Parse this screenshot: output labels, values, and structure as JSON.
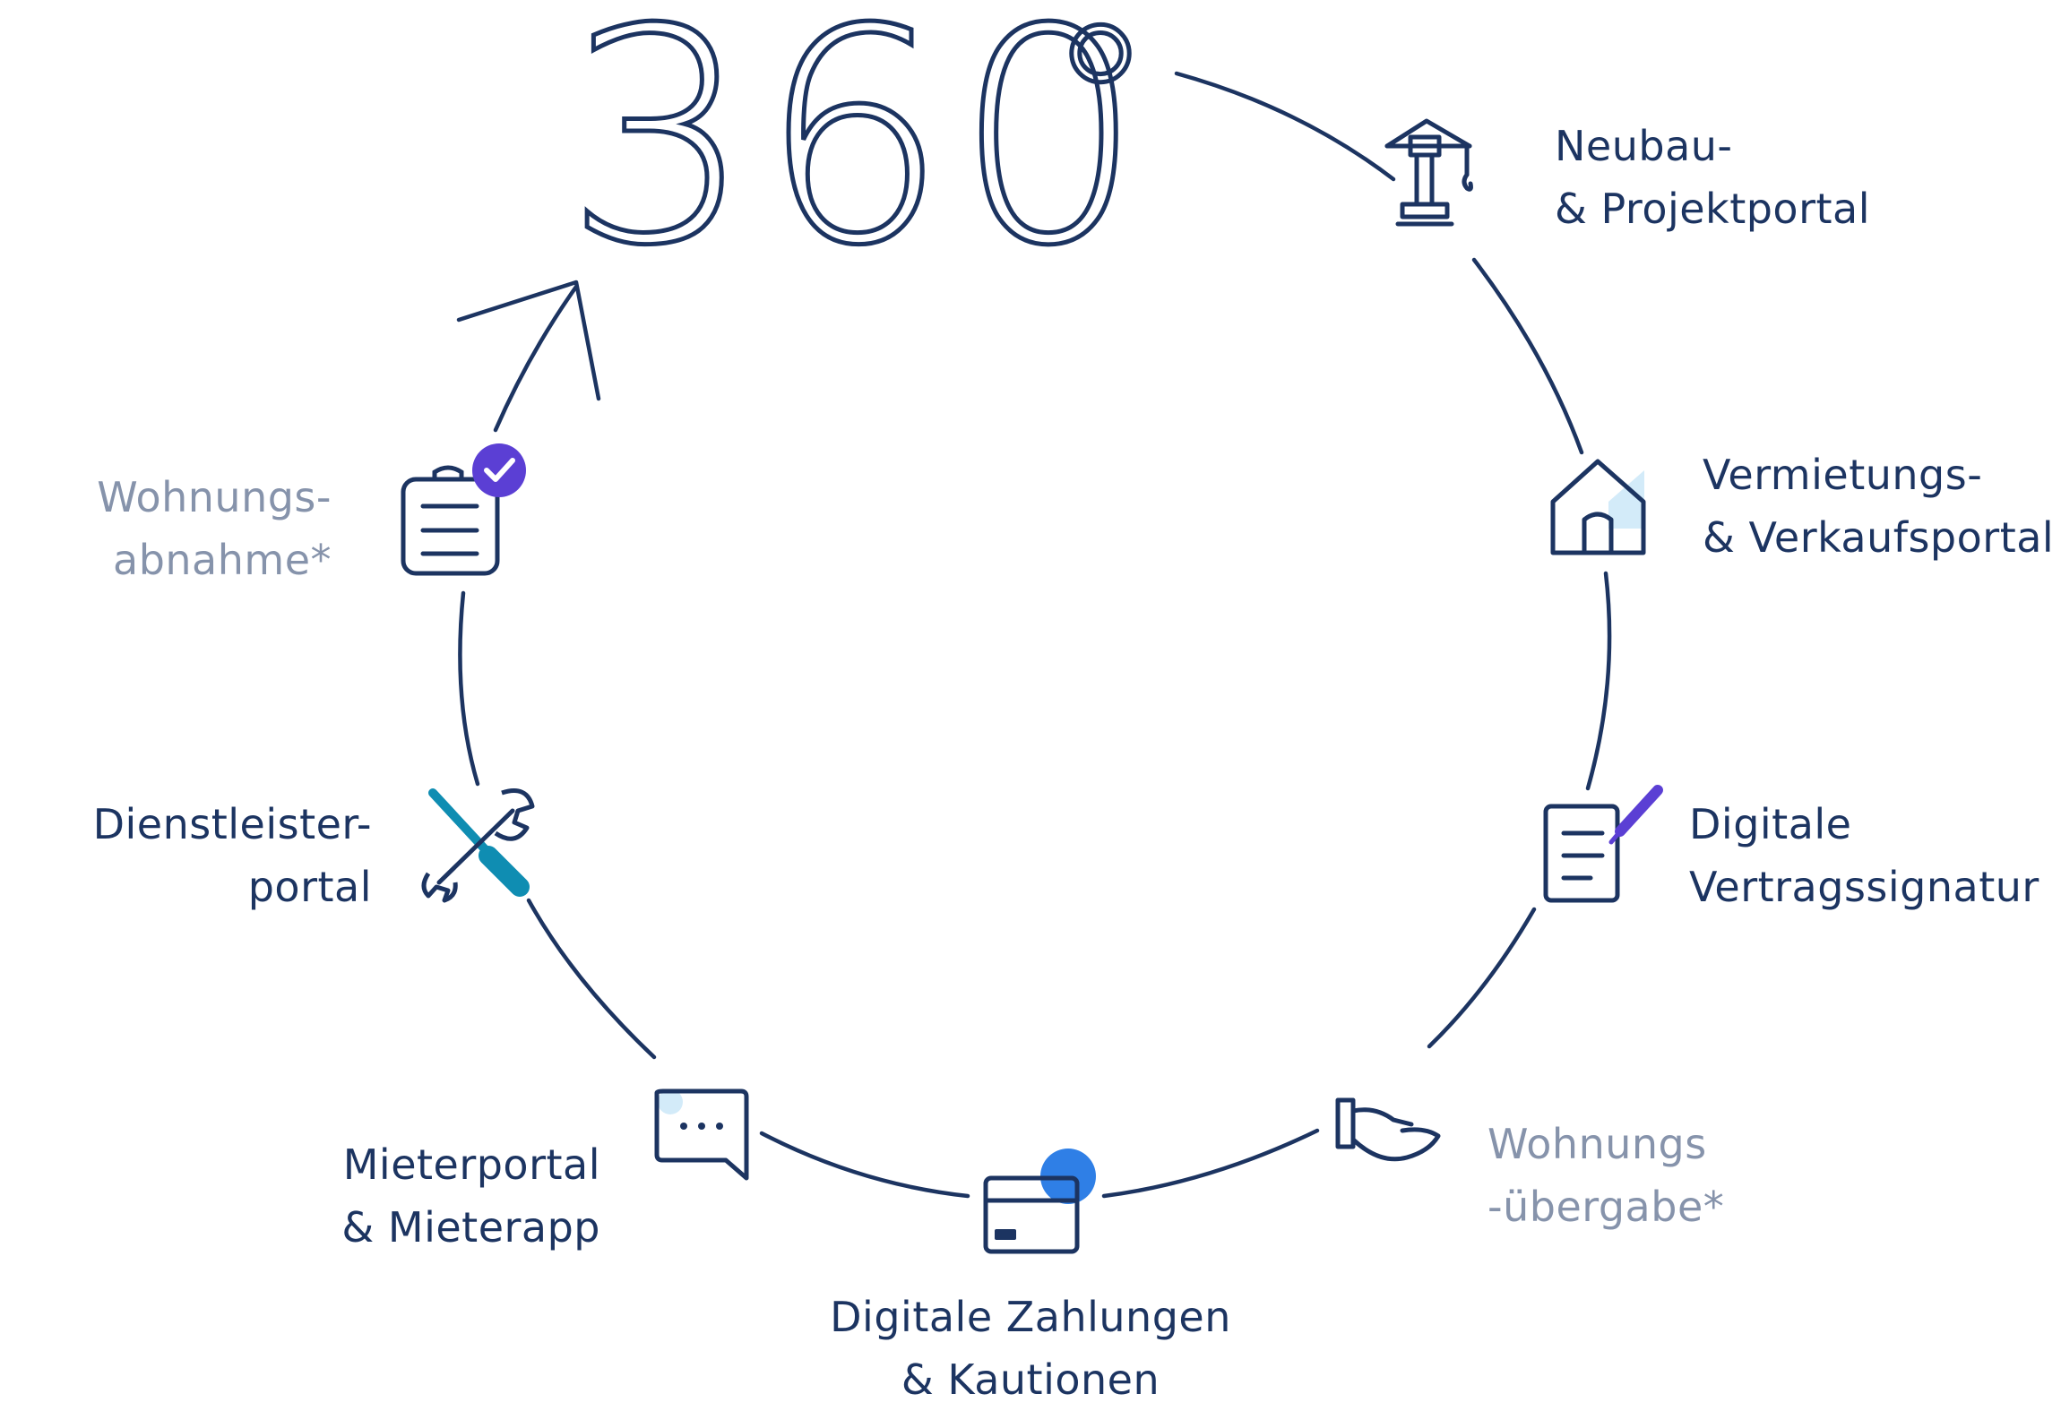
{
  "title": {
    "number": "360",
    "degree_symbol": "°"
  },
  "colors": {
    "navy": "#1c3461",
    "muted": "#8693ab",
    "teal": "#0f8db2",
    "purple": "#5b3fd4",
    "blue": "#2f7fe6",
    "light_blue": "#d3ebf9"
  },
  "items": [
    {
      "id": "neubau",
      "icon": "crane-icon",
      "lines": [
        "Neubau-",
        "& Projektportal"
      ]
    },
    {
      "id": "vermietung",
      "icon": "house-icon",
      "lines": [
        "Vermietungs-",
        "& Verkaufsportal"
      ]
    },
    {
      "id": "vertragssignatur",
      "icon": "contract-pen-icon",
      "lines": [
        "Digitale",
        "Vertragssignatur"
      ]
    },
    {
      "id": "uebergabe",
      "icon": "hand-icon",
      "lines": [
        "Wohnungs",
        "-übergabe*"
      ]
    },
    {
      "id": "zahlungen",
      "icon": "credit-card-icon",
      "lines": [
        "Digitale Zahlungen",
        "& Kautionen"
      ]
    },
    {
      "id": "mieterportal",
      "icon": "chat-bubble-icon",
      "lines": [
        "Mieterportal",
        "& Mieterapp"
      ]
    },
    {
      "id": "dienstleister",
      "icon": "tools-icon",
      "lines": [
        "Dienstleister-",
        "portal"
      ]
    },
    {
      "id": "abnahme",
      "icon": "clipboard-check-icon",
      "lines": [
        "Wohnungs-",
        "abnahme*"
      ]
    }
  ]
}
